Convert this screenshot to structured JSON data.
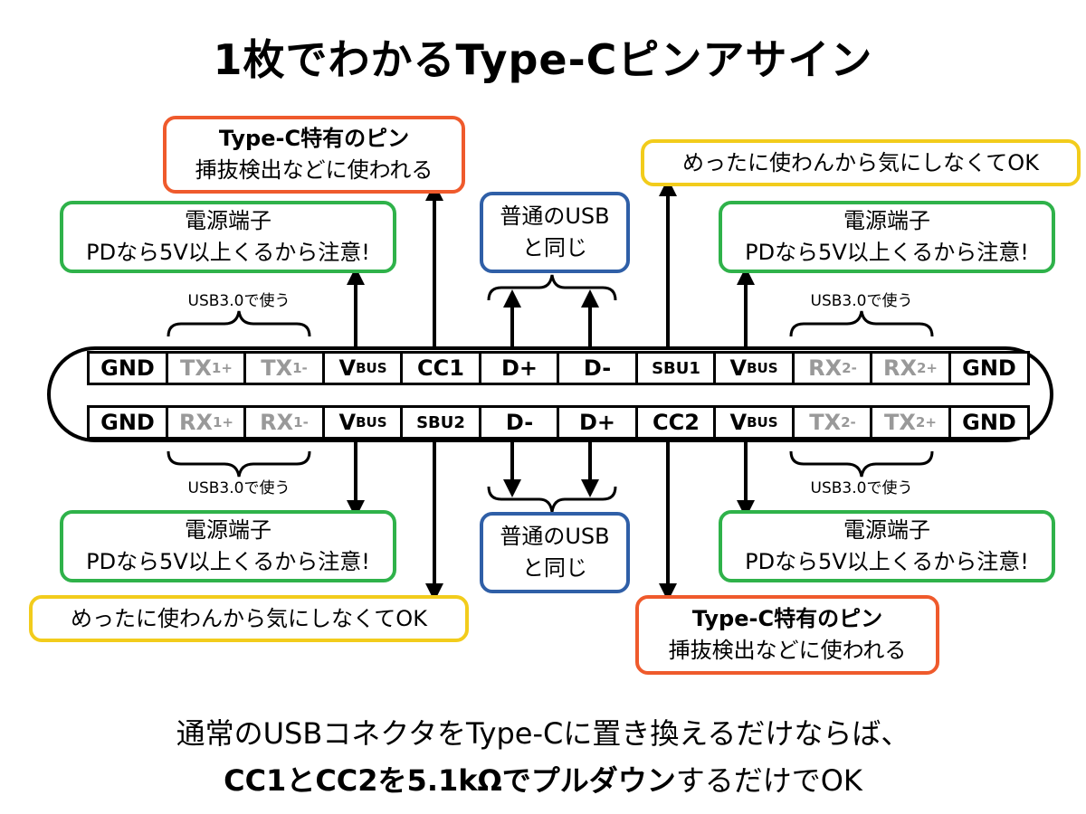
{
  "title": "1枚でわかるType-Cピンアサイン",
  "top_pins": [
    {
      "main": "GND",
      "sub": "",
      "gray": false
    },
    {
      "main": "TX",
      "sub": "1+",
      "gray": true
    },
    {
      "main": "TX",
      "sub": "1-",
      "gray": true
    },
    {
      "main": "V",
      "sub": "BUS",
      "gray": false
    },
    {
      "main": "CC1",
      "sub": "",
      "gray": false
    },
    {
      "main": "D+",
      "sub": "",
      "gray": false
    },
    {
      "main": "D-",
      "sub": "",
      "gray": false
    },
    {
      "main": "SBU1",
      "sub": "",
      "gray": false,
      "small": true
    },
    {
      "main": "V",
      "sub": "BUS",
      "gray": false
    },
    {
      "main": "RX",
      "sub": "2-",
      "gray": true
    },
    {
      "main": "RX",
      "sub": "2+",
      "gray": true
    },
    {
      "main": "GND",
      "sub": "",
      "gray": false
    }
  ],
  "bottom_pins": [
    {
      "main": "GND",
      "sub": "",
      "gray": false
    },
    {
      "main": "RX",
      "sub": "1+",
      "gray": true
    },
    {
      "main": "RX",
      "sub": "1-",
      "gray": true
    },
    {
      "main": "V",
      "sub": "BUS",
      "gray": false
    },
    {
      "main": "SBU2",
      "sub": "",
      "gray": false,
      "small": true
    },
    {
      "main": "D-",
      "sub": "",
      "gray": false
    },
    {
      "main": "D+",
      "sub": "",
      "gray": false
    },
    {
      "main": "CC2",
      "sub": "",
      "gray": false
    },
    {
      "main": "V",
      "sub": "BUS",
      "gray": false
    },
    {
      "main": "TX",
      "sub": "2-",
      "gray": true
    },
    {
      "main": "TX",
      "sub": "2+",
      "gray": true
    },
    {
      "main": "GND",
      "sub": "",
      "gray": false
    }
  ],
  "boxes": {
    "typec_top": {
      "line1": "Type-C特有のピン",
      "line2": "挿抜検出などに使われる"
    },
    "power_tl": {
      "line1": "電源端子",
      "line2": "PDなら5V以上くるから注意!"
    },
    "usb_top": {
      "line1": "普通のUSB",
      "line2": "と同じ"
    },
    "rare_tr": {
      "line1": "めったに使わんから気にしなくてOK"
    },
    "power_tr": {
      "line1": "電源端子",
      "line2": "PDなら5V以上くるから注意!"
    },
    "power_bl": {
      "line1": "電源端子",
      "line2": "PDなら5V以上くるから注意!"
    },
    "usb_bottom": {
      "line1": "普通のUSB",
      "line2": "と同じ"
    },
    "power_br": {
      "line1": "電源端子",
      "line2": "PDなら5V以上くるから注意!"
    },
    "rare_bl": {
      "line1": "めったに使わんから気にしなくてOK"
    },
    "typec_bottom": {
      "line1": "Type-C特有のピン",
      "line2": "挿抜検出などに使われる"
    }
  },
  "bracket_labels": {
    "tl": "USB3.0で使う",
    "tr": "USB3.0で使う",
    "bl": "USB3.0で使う",
    "br": "USB3.0で使う"
  },
  "footer": {
    "line1": "通常のUSBコネクタをType-Cに置き換えるだけならば、",
    "line2_bold": "CC1とCC2を5.1kΩでプルダウン",
    "line2_rest": "するだけでOK"
  }
}
